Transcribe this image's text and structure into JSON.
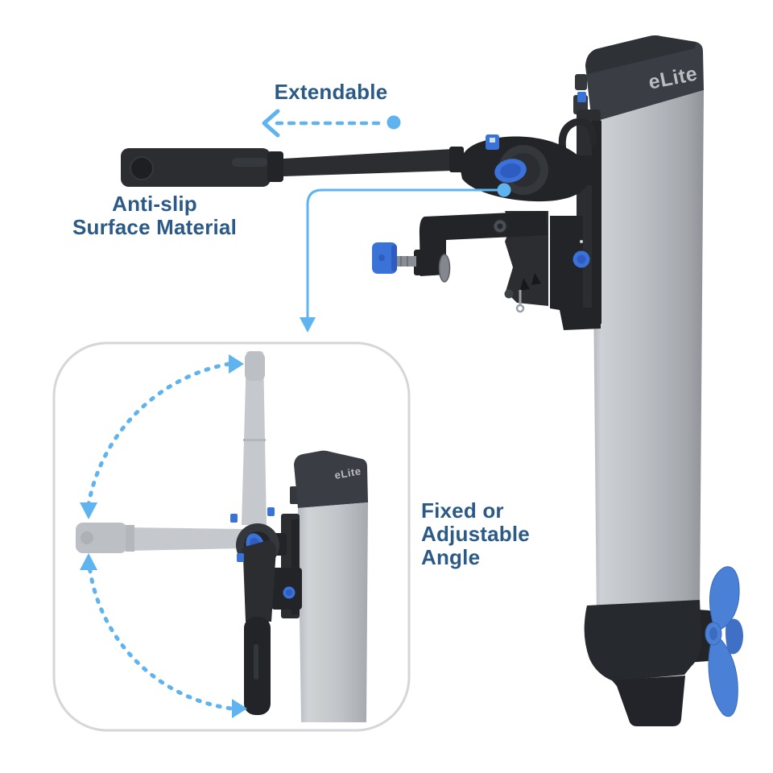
{
  "brand": {
    "logo_text": "eLite"
  },
  "annotations": {
    "extendable": {
      "label": "Extendable"
    },
    "anti_slip": {
      "line1": "Anti-slip",
      "line2": "Surface Material"
    },
    "angle": {
      "line1": "Fixed or",
      "line2": "Adjustable",
      "line3": "Angle"
    }
  },
  "icons": {
    "extend_arrow": "dashed-left-arrow-with-dot",
    "callout_arrow": "elbow-line-down-arrow",
    "rotation_arrows": "curved-dashed-double-arrows"
  },
  "colors": {
    "label_navy": "#2b5a86",
    "arrow_blue": "#5fb3ee",
    "accent_blue": "#3b72d8",
    "propeller_blue": "#4a80d6",
    "metal_silver": "#bfc3c8",
    "charcoal": "#2b2d31",
    "ghost_gray": "#c5c8cc",
    "inset_border": "#d5d6d8",
    "background": "#ffffff"
  }
}
